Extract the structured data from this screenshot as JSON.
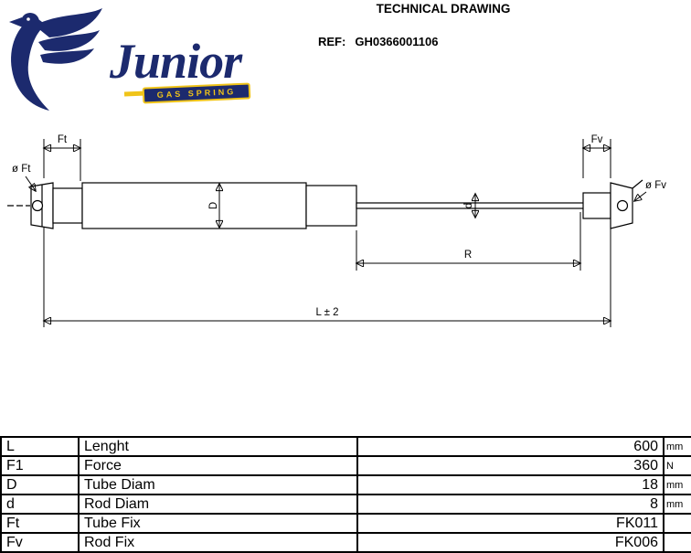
{
  "header": {
    "title": "TECHNICAL DRAWING",
    "ref_label": "REF:",
    "ref_value": "GH0366001106"
  },
  "logo": {
    "name": "Junior",
    "tagline": "GAS SPRING"
  },
  "colors": {
    "brand_navy": "#1c2a6e",
    "brand_gold": "#f0c419",
    "line_black": "#000000"
  },
  "drawing": {
    "labels": {
      "tube_fix_dim": "Ft",
      "rod_fix_dim": "Fv",
      "dia_tube_fix": "ø Ft",
      "dia_rod_fix": "ø Fv",
      "tube_diam": "D",
      "rod_diam": "d",
      "rod_length": "R",
      "total_length": "L ± 2"
    }
  },
  "table": {
    "rows": [
      {
        "symbol": "L",
        "name": "Lenght",
        "value": "600",
        "unit": "mm"
      },
      {
        "symbol": "F1",
        "name": "Force",
        "value": "360",
        "unit": "N"
      },
      {
        "symbol": "D",
        "name": "Tube Diam",
        "value": "18",
        "unit": "mm"
      },
      {
        "symbol": "d",
        "name": "Rod Diam",
        "value": "8",
        "unit": "mm"
      },
      {
        "symbol": "Ft",
        "name": "Tube Fix",
        "value": "FK011",
        "unit": ""
      },
      {
        "symbol": "Fv",
        "name": "Rod Fix",
        "value": "FK006",
        "unit": ""
      }
    ]
  }
}
